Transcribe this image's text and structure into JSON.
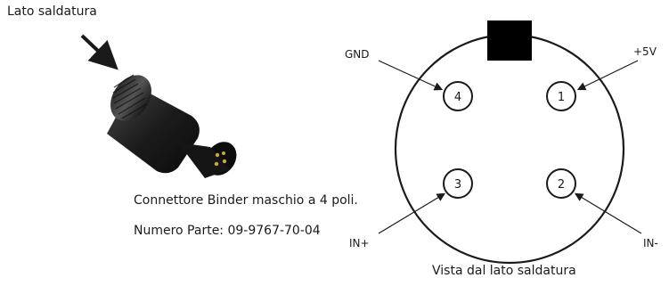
{
  "left_panel": {
    "view_label": "Lato saldatura",
    "connector_name": "Connettore Binder maschio a 4 poli.",
    "part_number": "Numero Parte: 09-9767-70-04"
  },
  "pinout": {
    "caption": "Vista dal lato saldatura",
    "pins": [
      {
        "number": "1",
        "signal": "+5V"
      },
      {
        "number": "2",
        "signal": "IN-"
      },
      {
        "number": "3",
        "signal": "IN+"
      },
      {
        "number": "4",
        "signal": "GND"
      }
    ]
  },
  "colors": {
    "ink": "#1a1a1a",
    "key_fill": "#000000",
    "connector_body": "#1c1c1c"
  }
}
